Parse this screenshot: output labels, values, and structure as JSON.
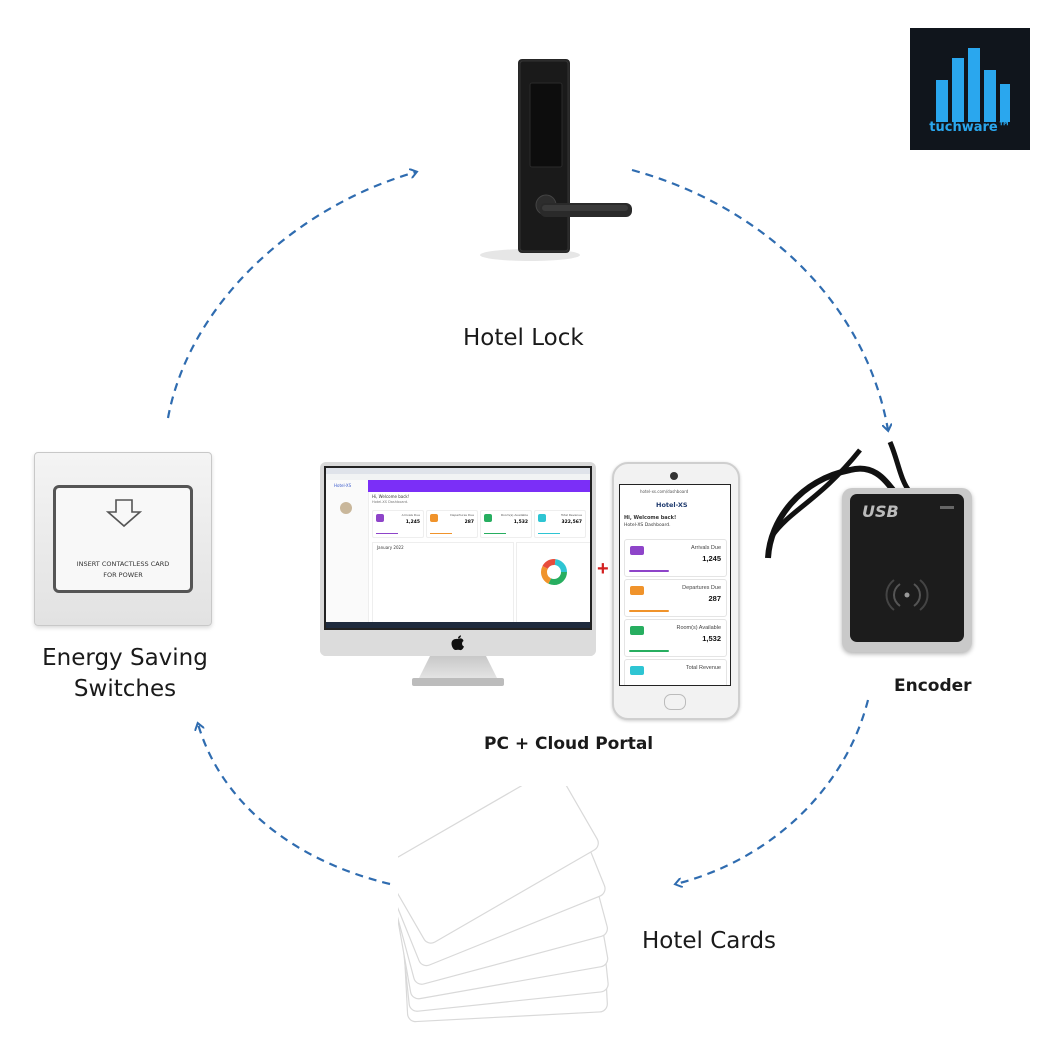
{
  "logo": {
    "text": "tuchware™"
  },
  "nodes": {
    "lock": {
      "label": "Hotel Lock"
    },
    "encoder": {
      "label": "Encoder",
      "device_text": "USB"
    },
    "cards": {
      "label": "Hotel Cards"
    },
    "switch": {
      "label_line1": "Energy Saving",
      "label_line2": "Switches",
      "card_text_line1": "INSERT CONTACTLESS CARD",
      "card_text_line2": "FOR POWER"
    },
    "portal": {
      "label": "PC + Cloud Portal"
    }
  },
  "dashboard": {
    "app_name": "Hotel-XS",
    "greeting": "Hi, Welcome back!",
    "subtitle": "Hotel-XS Dashboard.",
    "calendar_title": "January 2022",
    "stats": [
      {
        "title": "Arrivals Due",
        "value": "1,245",
        "color": "#8e44c9"
      },
      {
        "title": "Departures Due",
        "value": "287",
        "color": "#f0932b"
      },
      {
        "title": "Room(s) Available",
        "value": "1,532",
        "color": "#27ae60"
      },
      {
        "title": "Total Revenue",
        "value": "322,567",
        "color": "#2ec5d3"
      }
    ]
  },
  "mobile": {
    "url": "hotel-xs.com/dashboard",
    "app_name": "Hotel-XS",
    "greeting": "Hi, Welcome back!",
    "subtitle": "Hotel-XS Dashboard.",
    "stats": [
      {
        "title": "Arrivals Due",
        "value": "1,245",
        "color": "#8e44c9"
      },
      {
        "title": "Departures Due",
        "value": "287",
        "color": "#f0932b"
      },
      {
        "title": "Room(s) Available",
        "value": "1,532",
        "color": "#27ae60"
      },
      {
        "title": "Total Revenue",
        "value": "",
        "color": "#2ec5d3"
      }
    ]
  },
  "colors": {
    "arrow": "#2f6cb0",
    "dashboard_header": "#7b2ff7",
    "plus": "#d32020"
  }
}
